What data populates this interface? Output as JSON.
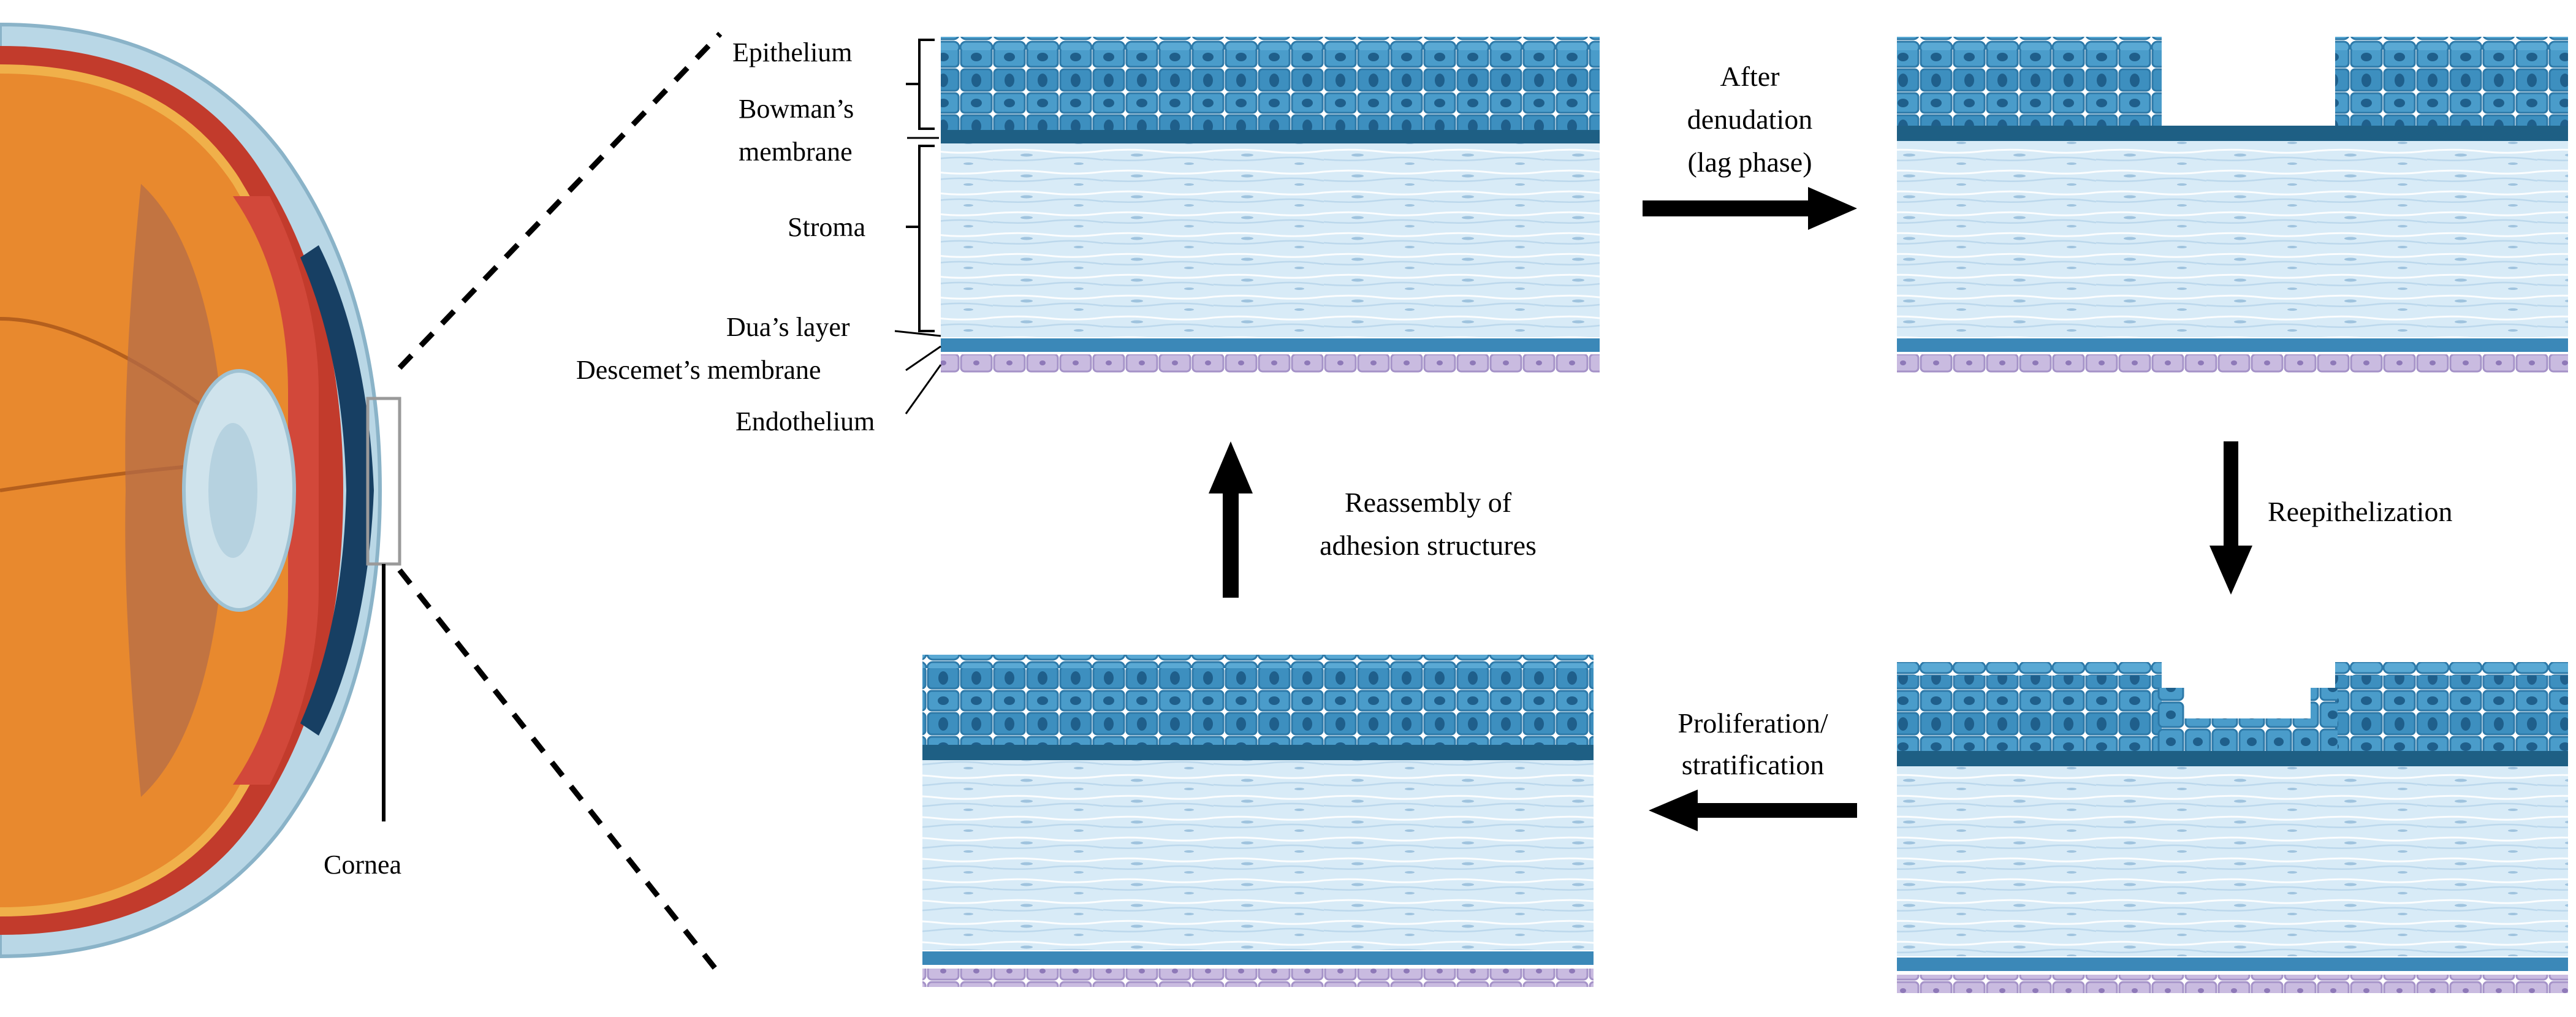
{
  "labels": {
    "epithelium": "Epithelium",
    "bowman_1": "Bowman’s",
    "bowman_2": "membrane",
    "stroma": "Stroma",
    "dua": "Dua’s layer",
    "descemet": "Descemet’s membrane",
    "endothelium": "Endothelium",
    "cornea": "Cornea"
  },
  "steps": {
    "after_1": "After",
    "after_2": "denudation",
    "after_3": "(lag phase)",
    "reepithelization": "Reepithelization",
    "prolif_1": "Proliferation/",
    "prolif_2": "stratification",
    "reassembly_1": "Reassembly  of",
    "reassembly_2": "adhesion  structures"
  },
  "colors": {
    "epithelium": "#3d8fbf",
    "cell_nucleus": "#1f5f8b",
    "bowman": "#1e5f84",
    "stroma": "#d8ebf7",
    "descemet": "#3b88b8",
    "endothelium": "#c9bbe0",
    "sclera": "#b9d7e6",
    "iris": "#c8452f",
    "lens": "#cfe3ec",
    "eye_interior": "#e8892e"
  }
}
